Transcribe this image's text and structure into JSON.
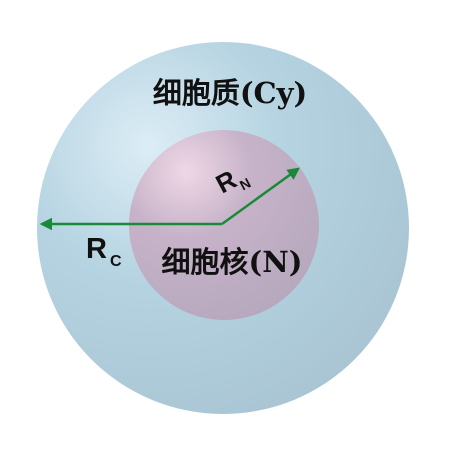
{
  "diagram": {
    "cytoplasm": {
      "label": "细胞质(Cy)",
      "fill_light": "#dcedf6",
      "fill_mid": "#b5d3e1",
      "fill_edge": "#a9c5d3"
    },
    "nucleus": {
      "label": "细胞核(N)",
      "fill_light": "#efd8e6",
      "fill_mid": "#c7b3c9",
      "fill_edge": "#b6a8bd"
    },
    "radius_cytoplasm": {
      "letter": "R",
      "subscript": "C"
    },
    "radius_nucleus": {
      "letter": "R",
      "subscript": "N"
    },
    "arrow_color": "#1a8a3a"
  }
}
